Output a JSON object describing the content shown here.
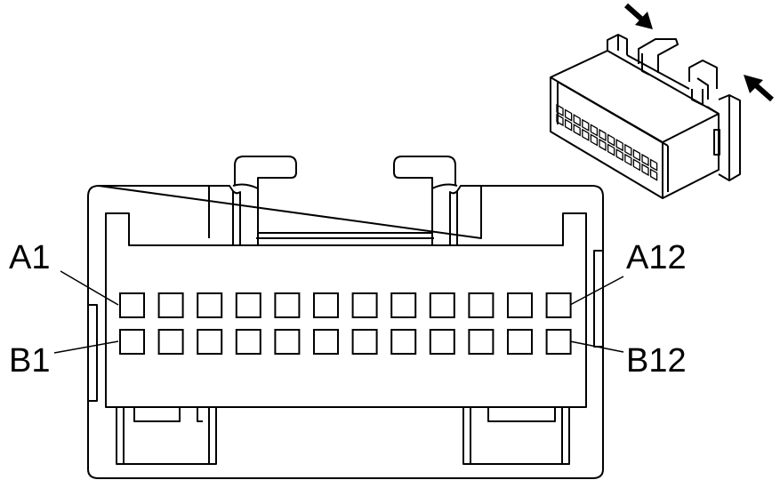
{
  "labels": {
    "a_first": "A1",
    "a_last": "A12",
    "b_first": "B1",
    "b_last": "B12"
  },
  "pins": {
    "rows": [
      "A",
      "B"
    ],
    "count_per_row": 12
  },
  "colors": {
    "line": "#000000",
    "background": "#ffffff"
  },
  "icons": [
    "arrow-icon",
    "arrow-icon"
  ]
}
